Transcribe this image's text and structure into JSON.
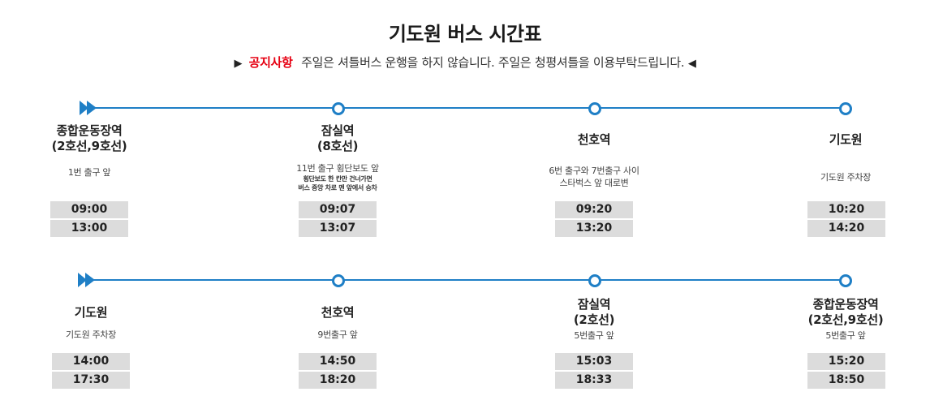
{
  "page": {
    "title": "기도원 버스 시간표",
    "notice": {
      "left_arrow": "▶",
      "label": "공지사항",
      "text": "주일은 셔틀버스 운행을 하지 않습니다. 주일은 청평셔틀을 이용부탁드립니다.",
      "right_arrow": "◀"
    }
  },
  "colors": {
    "route_line": "#1f7fc6",
    "notice_label": "#e60012",
    "time_background": "#dcdcdc"
  },
  "routes": [
    {
      "stops": [
        {
          "name": "종합운동장역\n(2호선,9호선)",
          "desc": "1번 출구 앞",
          "note": "",
          "times": [
            "09:00",
            "13:00"
          ]
        },
        {
          "name": "잠실역\n(8호선)",
          "desc": "11번 출구 횡단보도 앞",
          "note": "횡단보도 한 칸만 건너가면\n버스 중앙 차로 맨 앞에서 승차",
          "times": [
            "09:07",
            "13:07"
          ]
        },
        {
          "name": "천호역",
          "desc": "6번 출구와 7번출구 사이\n스타벅스 앞 대로변",
          "note": "",
          "times": [
            "09:20",
            "13:20"
          ]
        },
        {
          "name": "기도원",
          "desc": "기도원 주차장",
          "note": "",
          "times": [
            "10:20",
            "14:20"
          ]
        }
      ]
    },
    {
      "stops": [
        {
          "name": "기도원",
          "desc": "기도원 주차장",
          "note": "",
          "times": [
            "14:00",
            "17:30"
          ]
        },
        {
          "name": "천호역",
          "desc": "9번출구 앞",
          "note": "",
          "times": [
            "14:50",
            "18:20"
          ]
        },
        {
          "name": "잠실역\n(2호선)",
          "desc": "5번출구 앞",
          "note": "",
          "times": [
            "15:03",
            "18:33"
          ]
        },
        {
          "name": "종합운동장역\n(2호선,9호선)",
          "desc": "5번출구 앞",
          "note": "",
          "times": [
            "15:20",
            "18:50"
          ]
        }
      ]
    }
  ]
}
